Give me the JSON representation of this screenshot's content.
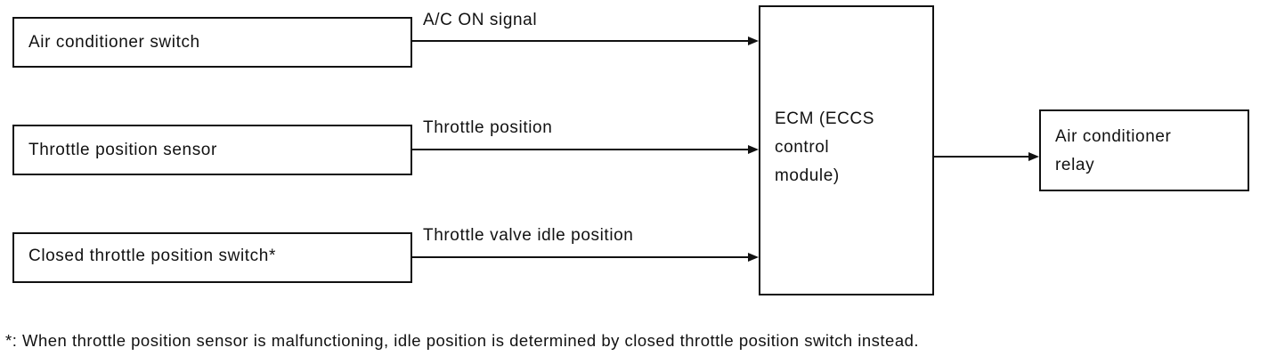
{
  "inputs": [
    {
      "label": "Air conditioner switch",
      "signal": "A/C ON signal"
    },
    {
      "label": "Throttle position sensor",
      "signal": "Throttle position"
    },
    {
      "label": "Closed throttle position switch*",
      "signal": "Throttle valve idle position"
    }
  ],
  "ecm": {
    "line1": "ECM (ECCS",
    "line2": "control",
    "line3": "module)"
  },
  "output": {
    "line1": "Air conditioner",
    "line2": "relay"
  },
  "footnote": "*: When throttle position sensor is malfunctioning, idle position is determined by closed throttle position switch instead."
}
